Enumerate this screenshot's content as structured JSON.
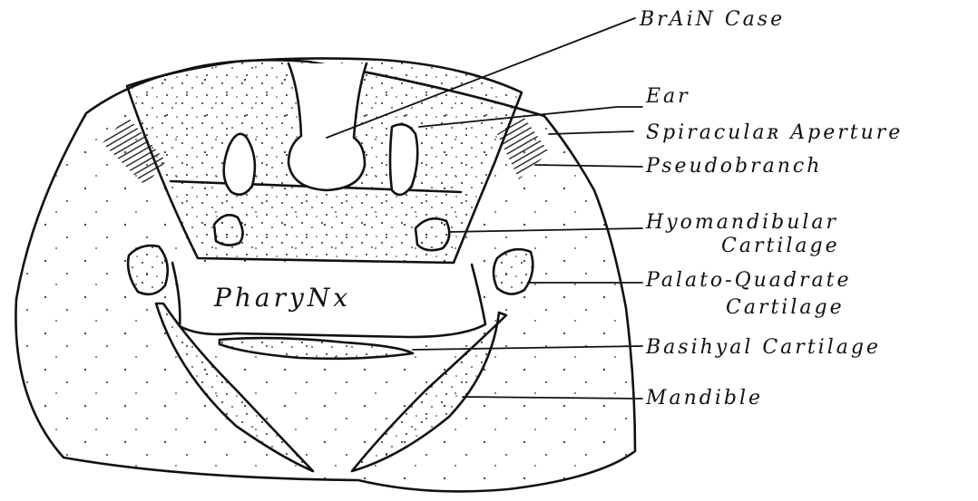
{
  "diagram": {
    "labels": {
      "brain_case": "BrAiN Case",
      "ear": "Ear",
      "spiracular_aperture": "Spiraculaʀ Aperture",
      "pseudobranch": "Pseudobranch",
      "hyomandibular_line1": "Hyomandibular",
      "hyomandibular_line2": "Cartilage",
      "palato_quadrate_line1": "Palato-Quadrate",
      "palato_quadrate_line2": "Cartilage",
      "basihyal": "Basihyal Cartilage",
      "mandible": "Mandible",
      "pharynx": "PharyNx"
    }
  }
}
